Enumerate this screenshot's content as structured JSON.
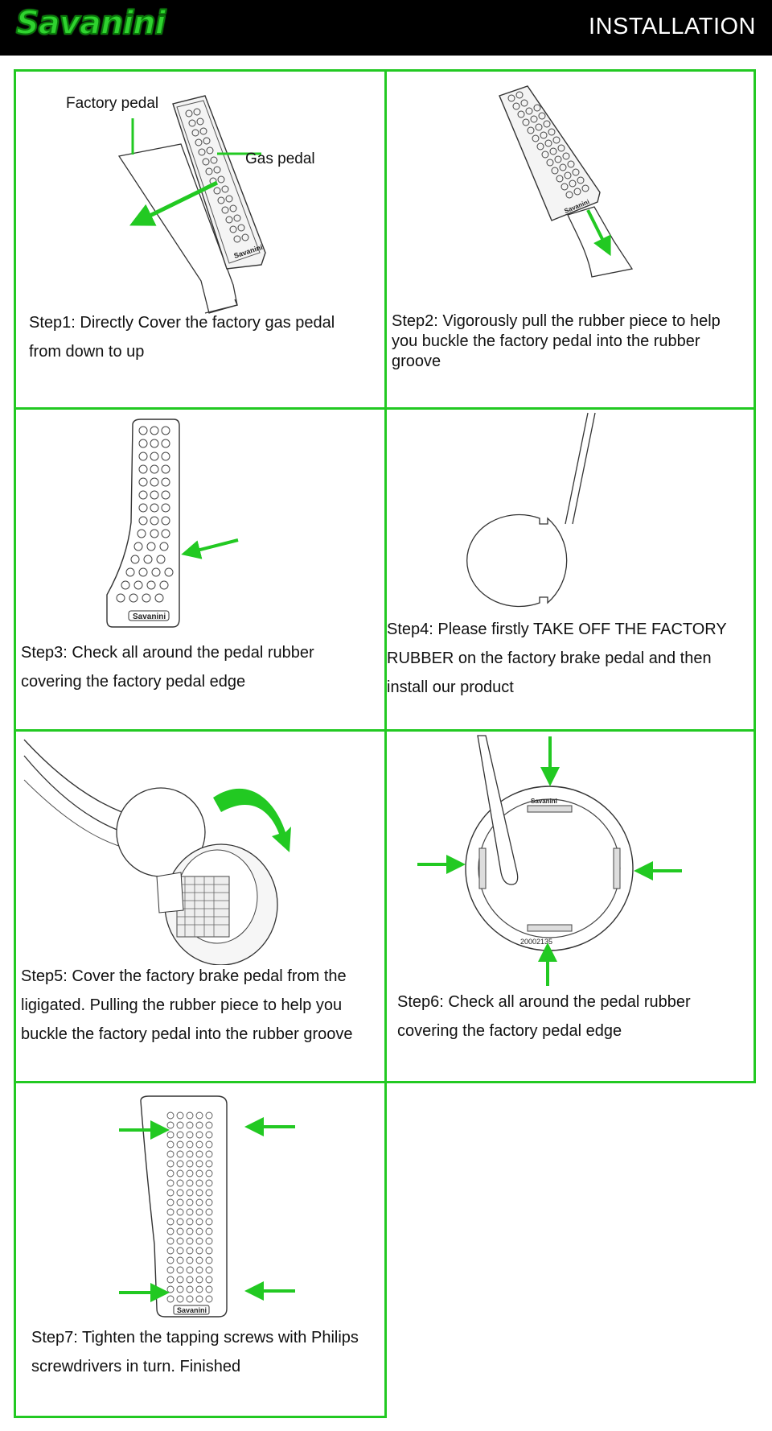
{
  "header": {
    "brand": "Savanini",
    "title": "INSTALLATION"
  },
  "step1": {
    "text": "Step1: Directly Cover the factory gas pedal from down to up",
    "label_factory": "Factory pedal",
    "label_gas": "Gas pedal",
    "pedal_brand": "Savanini"
  },
  "step2": {
    "text": "Step2: Vigorously pull the rubber piece to help you buckle the factory pedal into the rubber groove",
    "pedal_brand": "Savanini"
  },
  "step3": {
    "text": "Step3: Check all around the pedal rubber covering the factory pedal edge",
    "pedal_brand": "Savanini"
  },
  "step4": {
    "text": "Step4: Please firstly TAKE OFF THE FACTORY RUBBER on the factory brake pedal and then install our product"
  },
  "step5": {
    "text": "Step5: Cover the factory brake pedal from the ligigated. Pulling the rubber piece to help you buckle the factory  pedal into the rubber groove"
  },
  "step6": {
    "text": "Step6: Check all around the pedal rubber covering the factory pedal edge",
    "pad_brand": "Savanini",
    "pad_code": "20002135"
  },
  "step7": {
    "text": "Step7: Tighten the tapping screws with Philips screwdrivers in turn. Finished",
    "pedal_brand": "Savanini"
  },
  "colors": {
    "accent": "#22c922",
    "header_bg": "#000000",
    "brand_green": "#2fd32f"
  },
  "icons": [
    "green-arrow-icon",
    "curved-arrow-icon"
  ]
}
